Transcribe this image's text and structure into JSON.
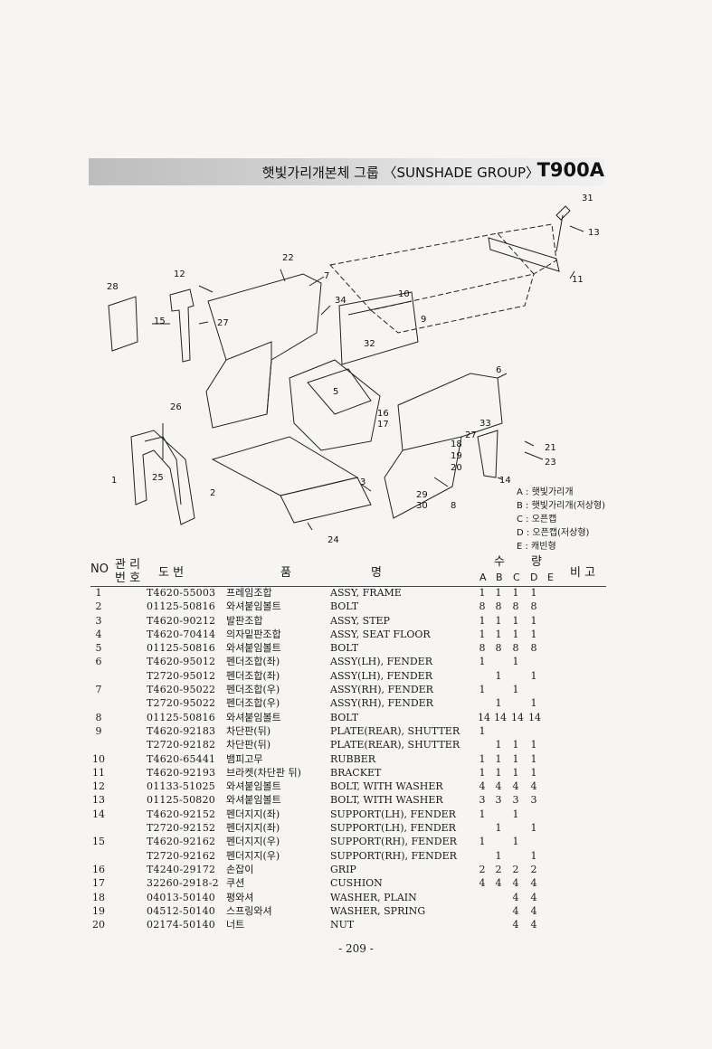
{
  "header": {
    "title": "햇빛가리개본체 그룹 〈SUNSHADE GROUP〉",
    "model": "T900A"
  },
  "callouts": [
    "31",
    "13",
    "11",
    "22",
    "12",
    "7",
    "28",
    "34",
    "10",
    "15",
    "27",
    "9",
    "32",
    "6",
    "26",
    "5",
    "16",
    "17",
    "33",
    "21",
    "23",
    "18",
    "27",
    "19",
    "20",
    "1",
    "25",
    "3",
    "14",
    "2",
    "29",
    "30",
    "8",
    "24"
  ],
  "legend": [
    "A : 햇빛가리개",
    "B : 햇빛가리개(저상형)",
    "C : 오픈캡",
    "D : 오픈캡(저상형)",
    "E : 캐빈형"
  ],
  "table_header": {
    "no": "NO",
    "mgmt_top": "관 리",
    "mgmt_bottom": "번 호",
    "drawing": "도 번",
    "name_a": "품",
    "name_b": "명",
    "qty_a": "수",
    "qty_b": "량",
    "cols": [
      "A",
      "B",
      "C",
      "D",
      "E"
    ],
    "remark": "비 고"
  },
  "rows": [
    {
      "no": "1",
      "code": "T4620-55003",
      "kr": "프레임조합",
      "en": "ASSY, FRAME",
      "a": "1",
      "b": "1",
      "c": "1",
      "d": "1"
    },
    {
      "no": "2",
      "code": "01125-50816",
      "kr": "와셔붙임볼트",
      "en": "BOLT",
      "a": "8",
      "b": "8",
      "c": "8",
      "d": "8"
    },
    {
      "no": "3",
      "code": "T4620-90212",
      "kr": "발판조합",
      "en": "ASSY, STEP",
      "a": "1",
      "b": "1",
      "c": "1",
      "d": "1"
    },
    {
      "no": "4",
      "code": "T4620-70414",
      "kr": "의자밑판조합",
      "en": "ASSY, SEAT FLOOR",
      "a": "1",
      "b": "1",
      "c": "1",
      "d": "1"
    },
    {
      "no": "5",
      "code": "01125-50816",
      "kr": "와셔붙임볼트",
      "en": "BOLT",
      "a": "8",
      "b": "8",
      "c": "8",
      "d": "8"
    },
    {
      "no": "6",
      "code": "T4620-95012",
      "kr": "펜더조합(좌)",
      "en": "ASSY(LH), FENDER",
      "a": "1",
      "b": "",
      "c": "1",
      "d": ""
    },
    {
      "no": "",
      "code": "T2720-95012",
      "kr": "펜더조합(좌)",
      "en": "ASSY(LH), FENDER",
      "a": "",
      "b": "1",
      "c": "",
      "d": "1"
    },
    {
      "no": "7",
      "code": "T4620-95022",
      "kr": "펜더조합(우)",
      "en": "ASSY(RH), FENDER",
      "a": "1",
      "b": "",
      "c": "1",
      "d": ""
    },
    {
      "no": "",
      "code": "T2720-95022",
      "kr": "펜더조합(우)",
      "en": "ASSY(RH), FENDER",
      "a": "",
      "b": "1",
      "c": "",
      "d": "1"
    },
    {
      "no": "8",
      "code": "01125-50816",
      "kr": "와셔붙임볼트",
      "en": "BOLT",
      "a": "14",
      "b": "14",
      "c": "14",
      "d": "14"
    },
    {
      "no": "9",
      "code": "T4620-92183",
      "kr": "차단판(뒤)",
      "en": "PLATE(REAR), SHUTTER",
      "a": "1",
      "b": "",
      "c": "",
      "d": ""
    },
    {
      "no": "",
      "code": "T2720-92182",
      "kr": "차단판(뒤)",
      "en": "PLATE(REAR), SHUTTER",
      "a": "",
      "b": "1",
      "c": "1",
      "d": "1"
    },
    {
      "no": "10",
      "code": "T4620-65441",
      "kr": "뱀피고무",
      "en": "RUBBER",
      "a": "1",
      "b": "1",
      "c": "1",
      "d": "1"
    },
    {
      "no": "11",
      "code": "T4620-92193",
      "kr": "브라켓(차단판 뒤)",
      "en": "BRACKET",
      "a": "1",
      "b": "1",
      "c": "1",
      "d": "1"
    },
    {
      "no": "12",
      "code": "01133-51025",
      "kr": "와셔붙임볼트",
      "en": "BOLT, WITH WASHER",
      "a": "4",
      "b": "4",
      "c": "4",
      "d": "4"
    },
    {
      "no": "13",
      "code": "01125-50820",
      "kr": "와셔붙임볼트",
      "en": "BOLT, WITH WASHER",
      "a": "3",
      "b": "3",
      "c": "3",
      "d": "3"
    },
    {
      "no": "14",
      "code": "T4620-92152",
      "kr": "펜더지지(좌)",
      "en": "SUPPORT(LH), FENDER",
      "a": "1",
      "b": "",
      "c": "1",
      "d": ""
    },
    {
      "no": "",
      "code": "T2720-92152",
      "kr": "펜더지지(좌)",
      "en": "SUPPORT(LH), FENDER",
      "a": "",
      "b": "1",
      "c": "",
      "d": "1"
    },
    {
      "no": "15",
      "code": "T4620-92162",
      "kr": "펜더지지(우)",
      "en": "SUPPORT(RH), FENDER",
      "a": "1",
      "b": "",
      "c": "1",
      "d": ""
    },
    {
      "no": "",
      "code": "T2720-92162",
      "kr": "펜더지지(우)",
      "en": "SUPPORT(RH), FENDER",
      "a": "",
      "b": "1",
      "c": "",
      "d": "1"
    },
    {
      "no": "16",
      "code": "T4240-29172",
      "kr": "손잡이",
      "en": "GRIP",
      "a": "2",
      "b": "2",
      "c": "2",
      "d": "2"
    },
    {
      "no": "17",
      "code": "32260-2918-2",
      "kr": "쿠션",
      "en": "CUSHION",
      "a": "4",
      "b": "4",
      "c": "4",
      "d": "4"
    },
    {
      "no": "18",
      "code": "04013-50140",
      "kr": "평와셔",
      "en": "WASHER, PLAIN",
      "a": "",
      "b": "",
      "c": "4",
      "d": "4"
    },
    {
      "no": "19",
      "code": "04512-50140",
      "kr": "스프링와셔",
      "en": "WASHER, SPRING",
      "a": "",
      "b": "",
      "c": "4",
      "d": "4"
    },
    {
      "no": "20",
      "code": "02174-50140",
      "kr": "너트",
      "en": "NUT",
      "a": "",
      "b": "",
      "c": "4",
      "d": "4"
    }
  ],
  "page_number": "- 209 -"
}
